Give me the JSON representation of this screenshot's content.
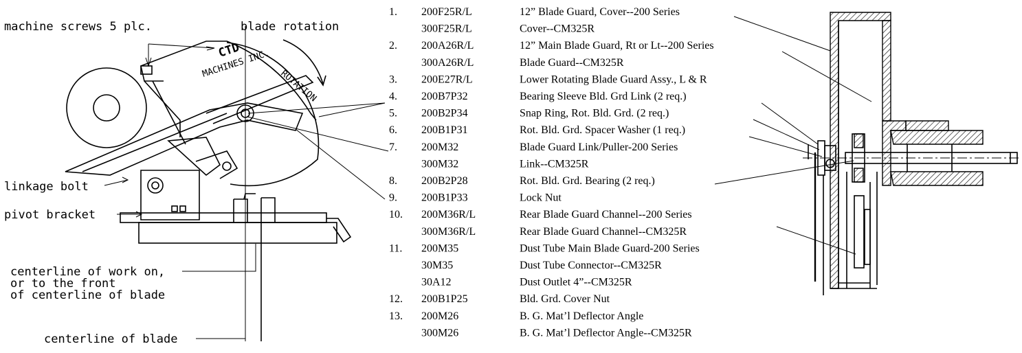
{
  "left_labels": {
    "machine_screws": "machine screws 5 plc.",
    "blade_rotation": "blade rotation",
    "linkage_bolt": "linkage bolt",
    "pivot_bracket": "pivot bracket",
    "centerline_work_1": "centerline of work on,",
    "centerline_work_2": "or to the front",
    "centerline_work_3": "of centerline of blade",
    "centerline_blade": "centerline of blade",
    "logo_text": "CTD",
    "logo_sub": "MACHINES INC.",
    "rotation_arrow_text": "ROTATION"
  },
  "parts": [
    {
      "num": "1.",
      "part": "200F25R/L",
      "desc": "12” Blade Guard, Cover--200 Series"
    },
    {
      "num": "",
      "part": "300F25R/L",
      "desc": "Cover--CM325R"
    },
    {
      "num": "2.",
      "part": "200A26R/L",
      "desc": "12” Main Blade Guard, Rt or Lt--200 Series"
    },
    {
      "num": "",
      "part": "300A26R/L",
      "desc": "Blade Guard--CM325R"
    },
    {
      "num": "3.",
      "part": "200E27R/L",
      "desc": "Lower Rotating Blade Guard Assy., L & R"
    },
    {
      "num": "4.",
      "part": "200B7P32",
      "desc": "Bearing Sleeve Bld. Grd Link (2 req.)"
    },
    {
      "num": "5.",
      "part": "200B2P34",
      "desc": "Snap Ring, Rot. Bld. Grd. (2 req.)"
    },
    {
      "num": "6.",
      "part": "200B1P31",
      "desc": "Rot. Bld. Grd. Spacer Washer (1 req.)"
    },
    {
      "num": "7.",
      "part": "200M32",
      "desc": "Blade Guard Link/Puller-200 Series"
    },
    {
      "num": "",
      "part": "300M32",
      "desc": "Link--CM325R"
    },
    {
      "num": "8.",
      "part": "200B2P28",
      "desc": "Rot. Bld. Grd. Bearing (2 req.)"
    },
    {
      "num": "9.",
      "part": "200B1P33",
      "desc": "Lock Nut"
    },
    {
      "num": "10.",
      "part": "200M36R/L",
      "desc": "Rear Blade Guard Channel--200 Series"
    },
    {
      "num": "",
      "part": "300M36R/L",
      "desc": "Rear Blade Guard Channel--CM325R"
    },
    {
      "num": "11.",
      "part": "200M35",
      "desc": "Dust Tube Main Blade Guard-200 Series"
    },
    {
      "num": "",
      "part": "30M35",
      "desc": "Dust Tube Connector--CM325R"
    },
    {
      "num": "",
      "part": "30A12",
      "desc": "Dust Outlet 4”--CM325R"
    },
    {
      "num": "12.",
      "part": "200B1P25",
      "desc": "Bld. Grd. Cover Nut"
    },
    {
      "num": "13.",
      "part": "200M26",
      "desc": "B. G. Mat’l Deflector Angle"
    },
    {
      "num": "",
      "part": "300M26",
      "desc": "B. G. Mat’l Deflector Angle--CM325R"
    }
  ]
}
